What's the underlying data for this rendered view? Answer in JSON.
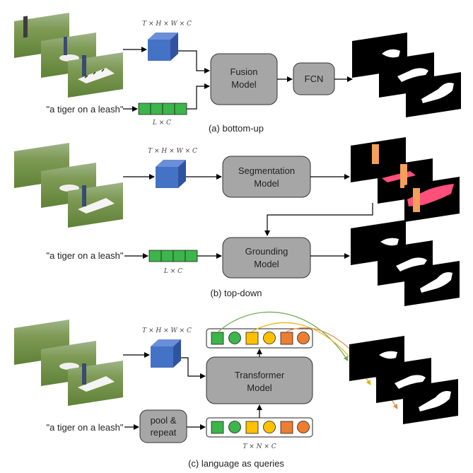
{
  "colors": {
    "box_fill": "#a6a6a6",
    "cube": "#4472c4",
    "token_green": "#3cb54a",
    "token_yellow": "#ffc000",
    "token_orange": "#ed7d31",
    "mask_pink": "#ff4f7b",
    "mask_orange": "#f5a05a"
  },
  "panel_a": {
    "feature_label": "T × H × W × C",
    "text_label": "L × C",
    "query": "\"a tiger on a leash\"",
    "fusion_line1": "Fusion",
    "fusion_line2": "Model",
    "fcn": "FCN",
    "caption": "(a) bottom-up"
  },
  "panel_b": {
    "feature_label": "T × H × W × C",
    "text_label": "L × C",
    "query": "\"a tiger on a leash\"",
    "seg_line1": "Segmentation",
    "seg_line2": "Model",
    "ground_line1": "Grounding",
    "ground_line2": "Model",
    "caption": "(b) top-down"
  },
  "panel_c": {
    "feature_label": "T × H × W × C",
    "query_label": "T × N × C",
    "query": "\"a tiger on a leash\"",
    "pool_line1": "pool &",
    "pool_line2": "repeat",
    "trans_line1": "Transformer",
    "trans_line2": "Model",
    "caption": "(c) language as queries"
  },
  "icons": {
    "video_frames": "video-frames-icon",
    "feature_cube": "feature-cube-icon",
    "mask_stack": "mask-stack-icon"
  }
}
